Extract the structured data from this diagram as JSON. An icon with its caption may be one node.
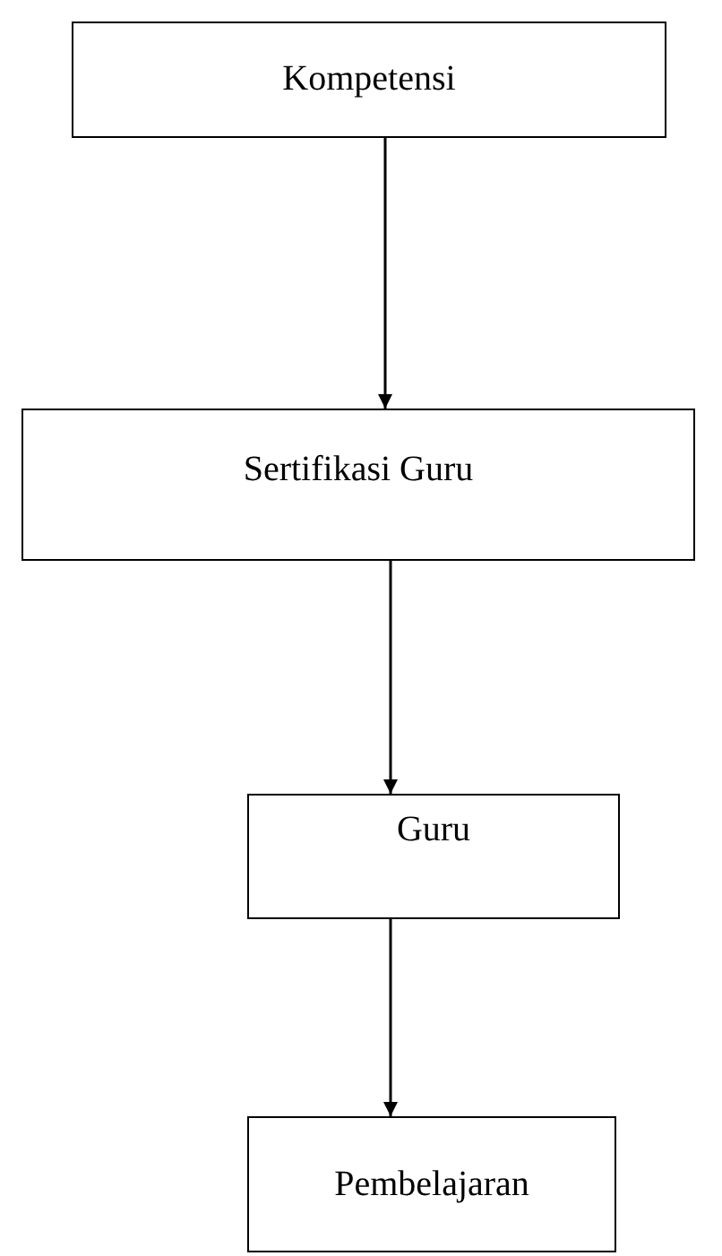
{
  "diagram": {
    "nodes": [
      {
        "text": [
          "Kompetensi"
        ]
      },
      {
        "text": [
          "Sertifikasi Guru"
        ]
      },
      {
        "text": [
          "Guru"
        ]
      },
      {
        "text": [
          "Pembelajaran"
        ]
      }
    ],
    "edges": [
      {
        "from": 0,
        "to": 1,
        "arrow": "to"
      },
      {
        "from": 1,
        "to": 2,
        "arrow": "to"
      },
      {
        "from": 2,
        "to": 3,
        "arrow": "to"
      }
    ]
  }
}
